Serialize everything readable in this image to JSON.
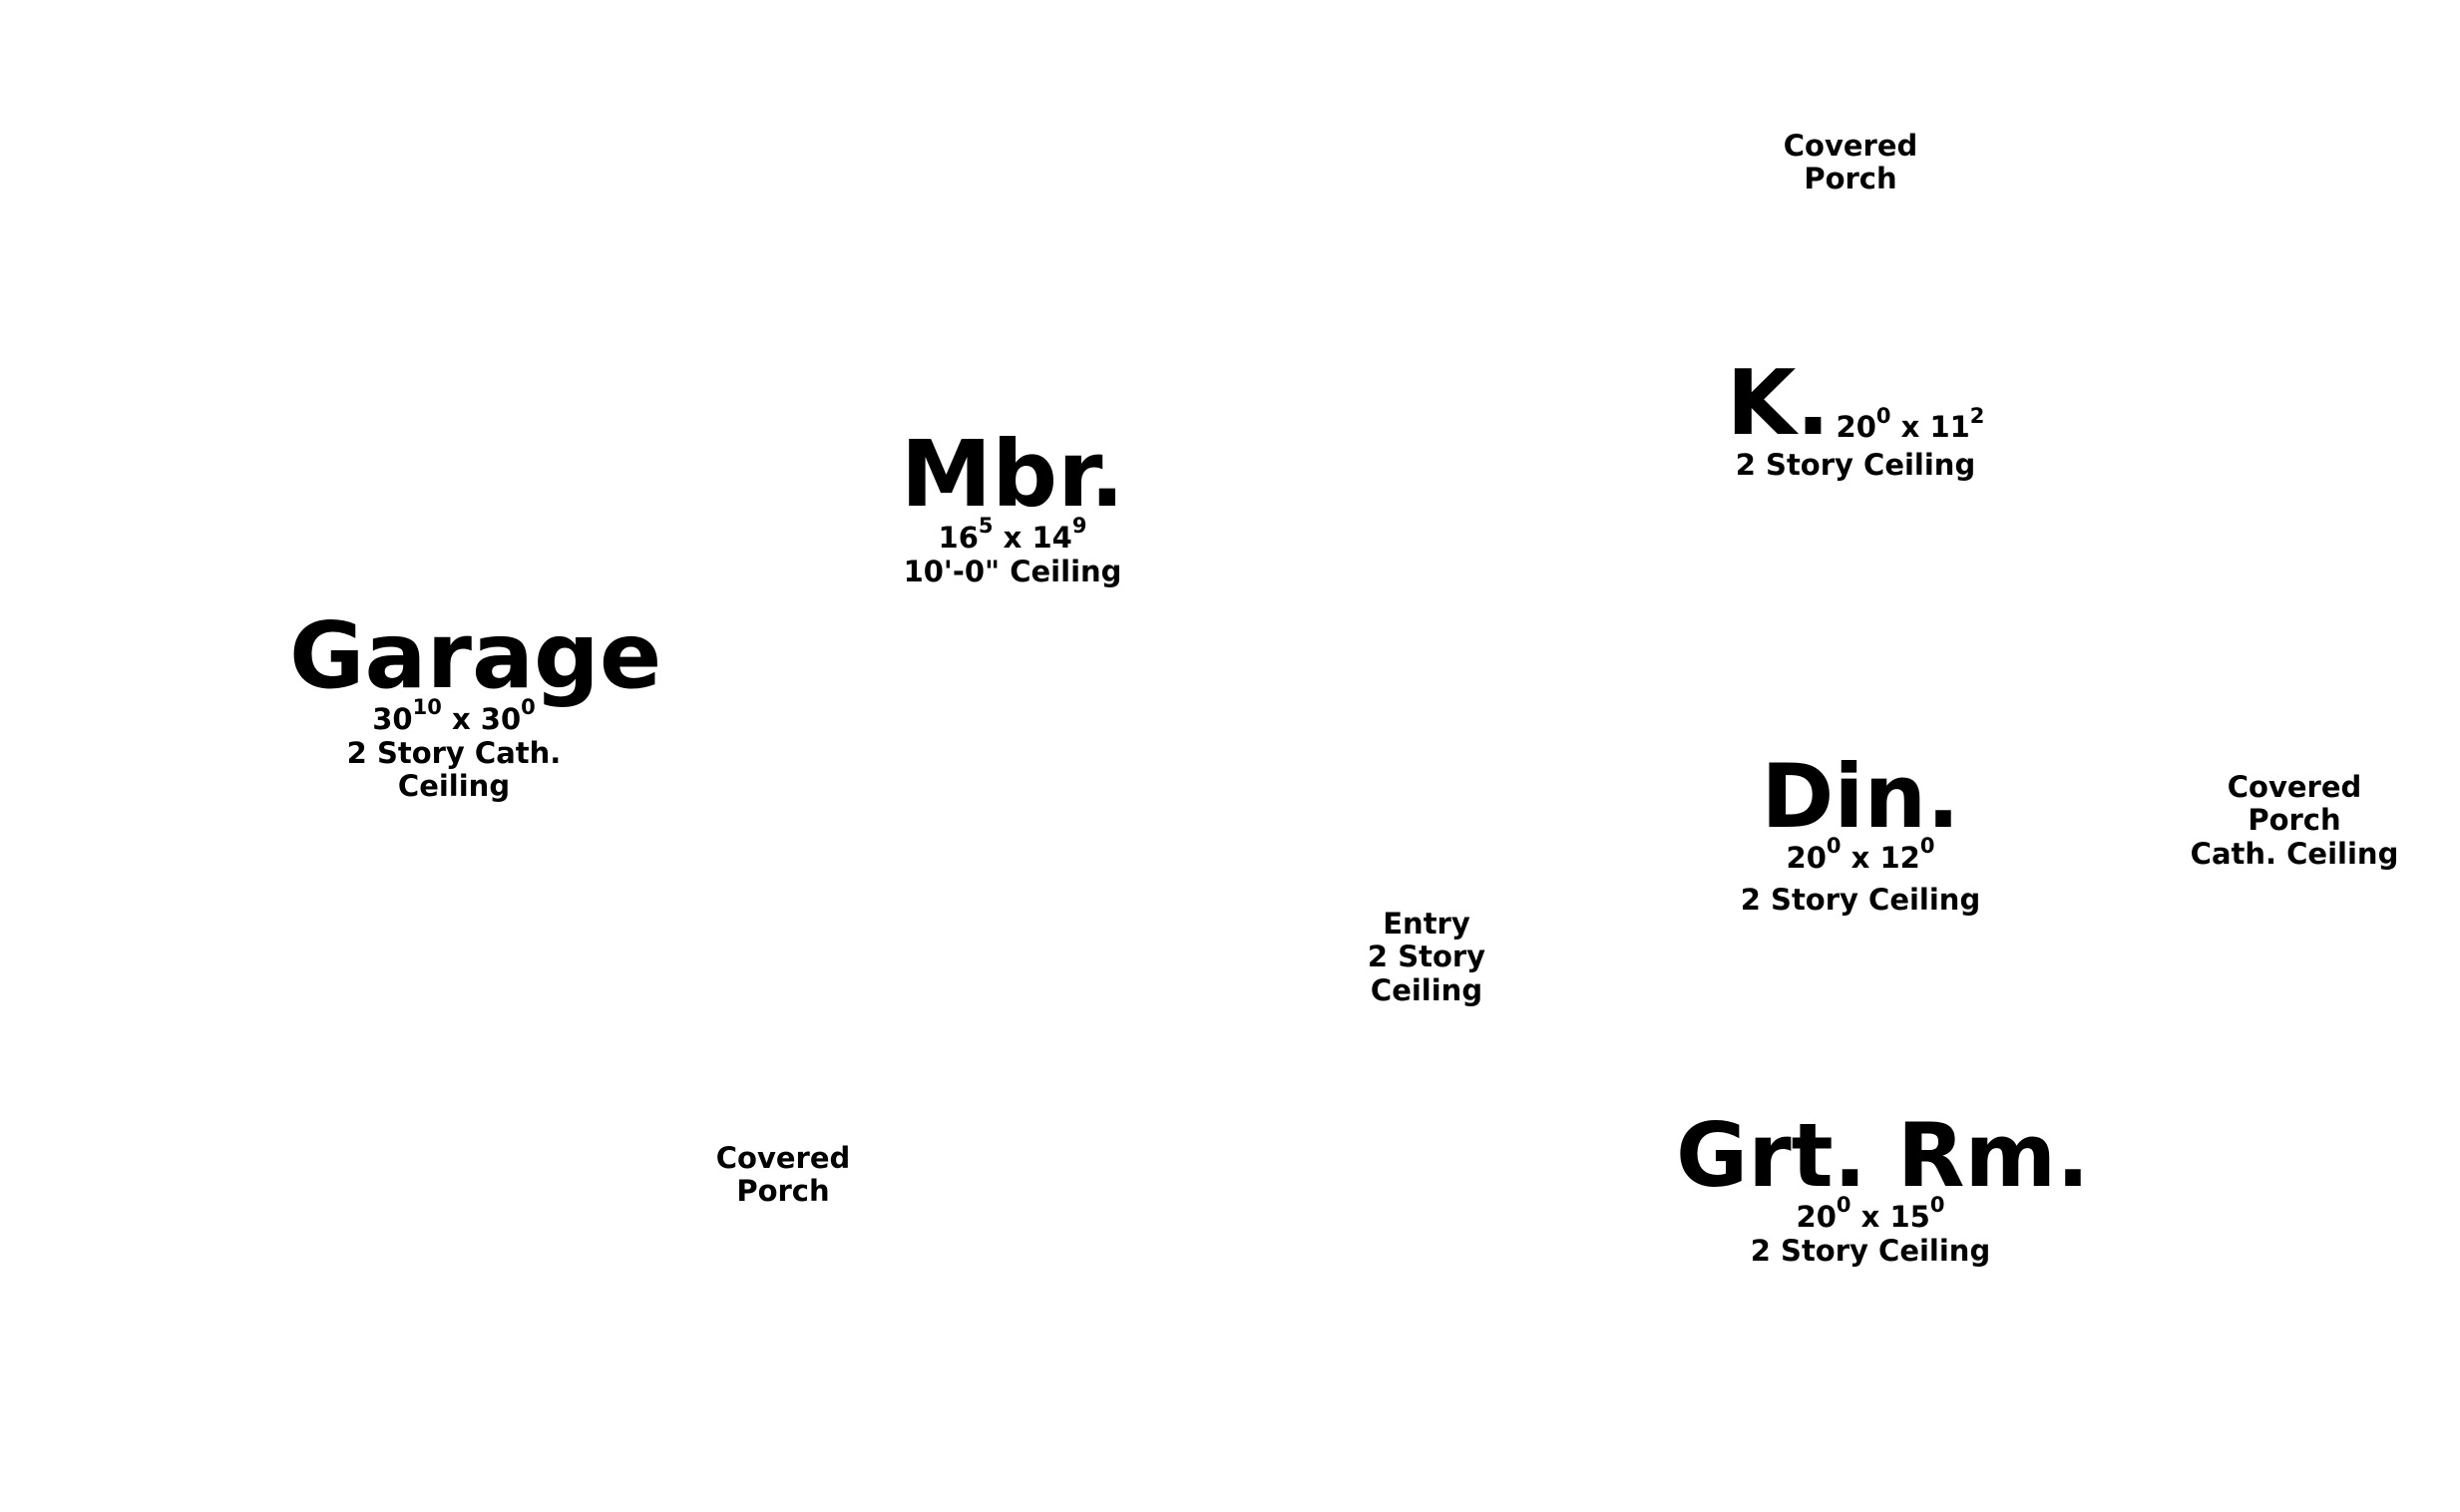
{
  "rooms": {
    "porch_top": {
      "line1": "Covered",
      "line2": "Porch"
    },
    "kitchen": {
      "name": "K.",
      "dim_a": "20",
      "dim_a_sup": "0",
      "dim_x": "x",
      "dim_b": "11",
      "dim_b_sup": "2",
      "ceiling": "2 Story Ceiling"
    },
    "master_bedroom": {
      "name": "Mbr.",
      "dim_a": "16",
      "dim_a_sup": "5",
      "dim_x": "x",
      "dim_b": "14",
      "dim_b_sup": "9",
      "ceiling": "10'-0\" Ceiling"
    },
    "garage": {
      "name": "Garage",
      "dim_a": "30",
      "dim_a_sup": "10",
      "dim_x": "x",
      "dim_b": "30",
      "dim_b_sup": "0",
      "ceiling_line1": "2 Story Cath.",
      "ceiling_line2": "Ceiling"
    },
    "dining": {
      "name": "Din.",
      "dim_a": "20",
      "dim_a_sup": "0",
      "dim_x": "x",
      "dim_b": "12",
      "dim_b_sup": "0",
      "ceiling": "2 Story Ceiling"
    },
    "porch_right": {
      "line1": "Covered",
      "line2": "Porch",
      "line3": "Cath. Ceiling"
    },
    "entry": {
      "line1": "Entry",
      "line2": "2 Story",
      "line3": "Ceiling"
    },
    "porch_bottom": {
      "line1": "Covered",
      "line2": "Porch"
    },
    "great_room": {
      "name": "Grt. Rm.",
      "dim_a": "20",
      "dim_a_sup": "0",
      "dim_x": "x",
      "dim_b": "15",
      "dim_b_sup": "0",
      "ceiling": "2 Story Ceiling"
    }
  }
}
